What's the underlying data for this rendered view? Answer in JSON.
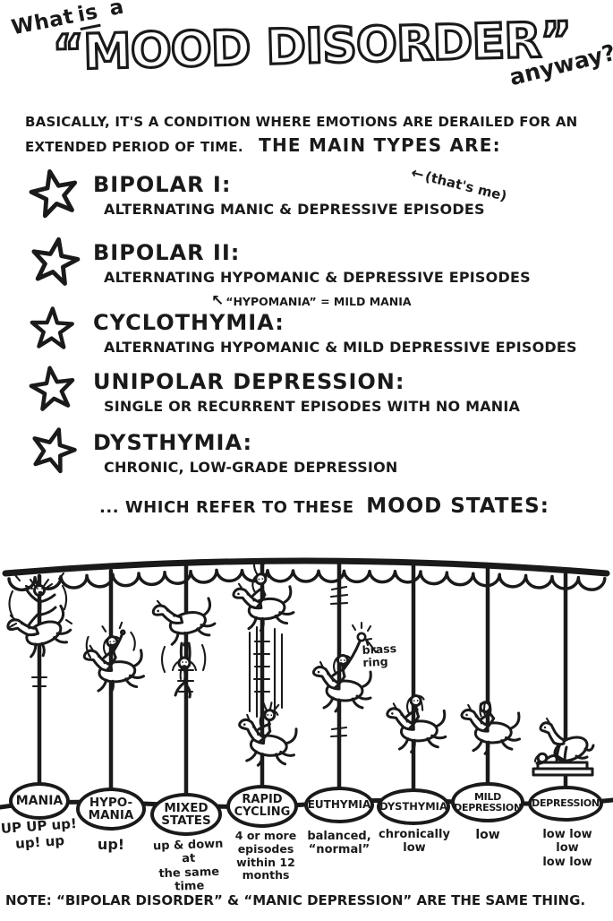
{
  "colors": {
    "ink": "#1a1a1a",
    "paper": "#ffffff"
  },
  "title": {
    "prefix_word1": "What",
    "prefix_word2": "is",
    "prefix_word3": "a",
    "main": "“MOOD DISORDER”",
    "suffix": "anyway?"
  },
  "intro": {
    "line1": "BASICALLY, IT'S A CONDITION WHERE EMOTIONS ARE DERAILED FOR AN",
    "line2": "EXTENDED PERIOD OF TIME.",
    "lead_in": "THE MAIN TYPES ARE:"
  },
  "icons": {
    "arrow_left": "←",
    "arrow_up_left": "↖",
    "star": "five-point-star-outline"
  },
  "types": [
    {
      "name": "BIPOLAR I:",
      "description": "ALTERNATING MANIC & DEPRESSIVE EPISODES",
      "annotation": "(that's me)"
    },
    {
      "name": "BIPOLAR II:",
      "description": "ALTERNATING HYPOMANIC & DEPRESSIVE EPISODES",
      "annotation": "“HYPOMANIA” = MILD MANIA"
    },
    {
      "name": "CYCLOTHYMIA:",
      "description": "ALTERNATING HYPOMANIC & MILD DEPRESSIVE EPISODES"
    },
    {
      "name": "UNIPOLAR DEPRESSION:",
      "description": "SINGLE OR RECURRENT EPISODES WITH NO MANIA"
    },
    {
      "name": "DYSTHYMIA:",
      "description": "CHRONIC, LOW-GRADE DEPRESSION"
    }
  ],
  "transition": {
    "lead": "... WHICH REFER TO THESE",
    "emphasis": "MOOD STATES:"
  },
  "carousel": {
    "ring_annotation": "brass\nring",
    "moods": [
      {
        "label": "MANIA",
        "description": "UP UP up!\nup! up"
      },
      {
        "label": "HYPO-\nMANIA",
        "description": "up!"
      },
      {
        "label": "MIXED\nSTATES",
        "description": "up & down at\nthe same time"
      },
      {
        "label": "RAPID\nCYCLING",
        "description": "4 or more\nepisodes\nwithin 12\nmonths"
      },
      {
        "label": "EUTHYMIA",
        "description": "balanced,\n“normal”"
      },
      {
        "label": "DYSTHYMIA",
        "description": "chronically\nlow"
      },
      {
        "label": "MILD\nDEPRESSION",
        "description": "low"
      },
      {
        "label": "DEPRESSION",
        "description": "low low\nlow\nlow low"
      }
    ]
  },
  "note": "NOTE: “BIPOLAR DISORDER” & “MANIC DEPRESSION” ARE THE SAME THING."
}
